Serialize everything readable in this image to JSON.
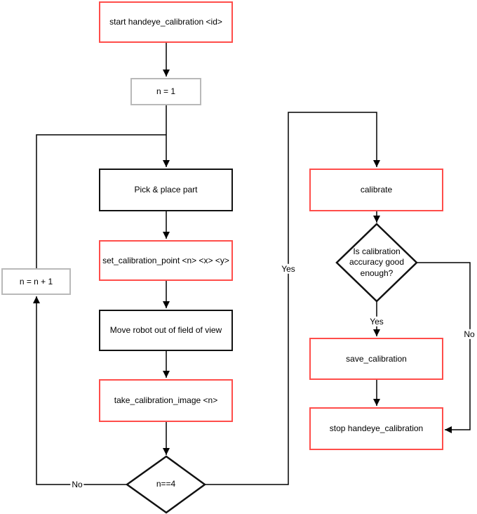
{
  "diagram": {
    "title": "handeye calibration flowchart",
    "colors": {
      "red": "#ff4d4a",
      "black": "#121212",
      "gray": "#b9b9b9",
      "line": "#000000"
    },
    "nodes": {
      "start": {
        "label": "start handeye_calibration <id>"
      },
      "n1": {
        "label": "n = 1"
      },
      "pick": {
        "label": "Pick & place part"
      },
      "set_point": {
        "label": "set_calibration_point <n> <x> <y>"
      },
      "move_robot": {
        "label": "Move robot out of field of view"
      },
      "take_image": {
        "label": "take_calibration_image <n>"
      },
      "n_check": {
        "label": "n==4"
      },
      "increment": {
        "label": "n = n + 1"
      },
      "calibrate": {
        "label": "calibrate"
      },
      "accuracy_check": {
        "label": "Is calibration accuracy good enough?"
      },
      "save": {
        "label": "save_calibration"
      },
      "stop": {
        "label": "stop handeye_calibration"
      }
    },
    "edge_labels": {
      "no_increment": "No",
      "yes_loop": "Yes",
      "yes_save": "Yes",
      "no_stop": "No"
    }
  }
}
